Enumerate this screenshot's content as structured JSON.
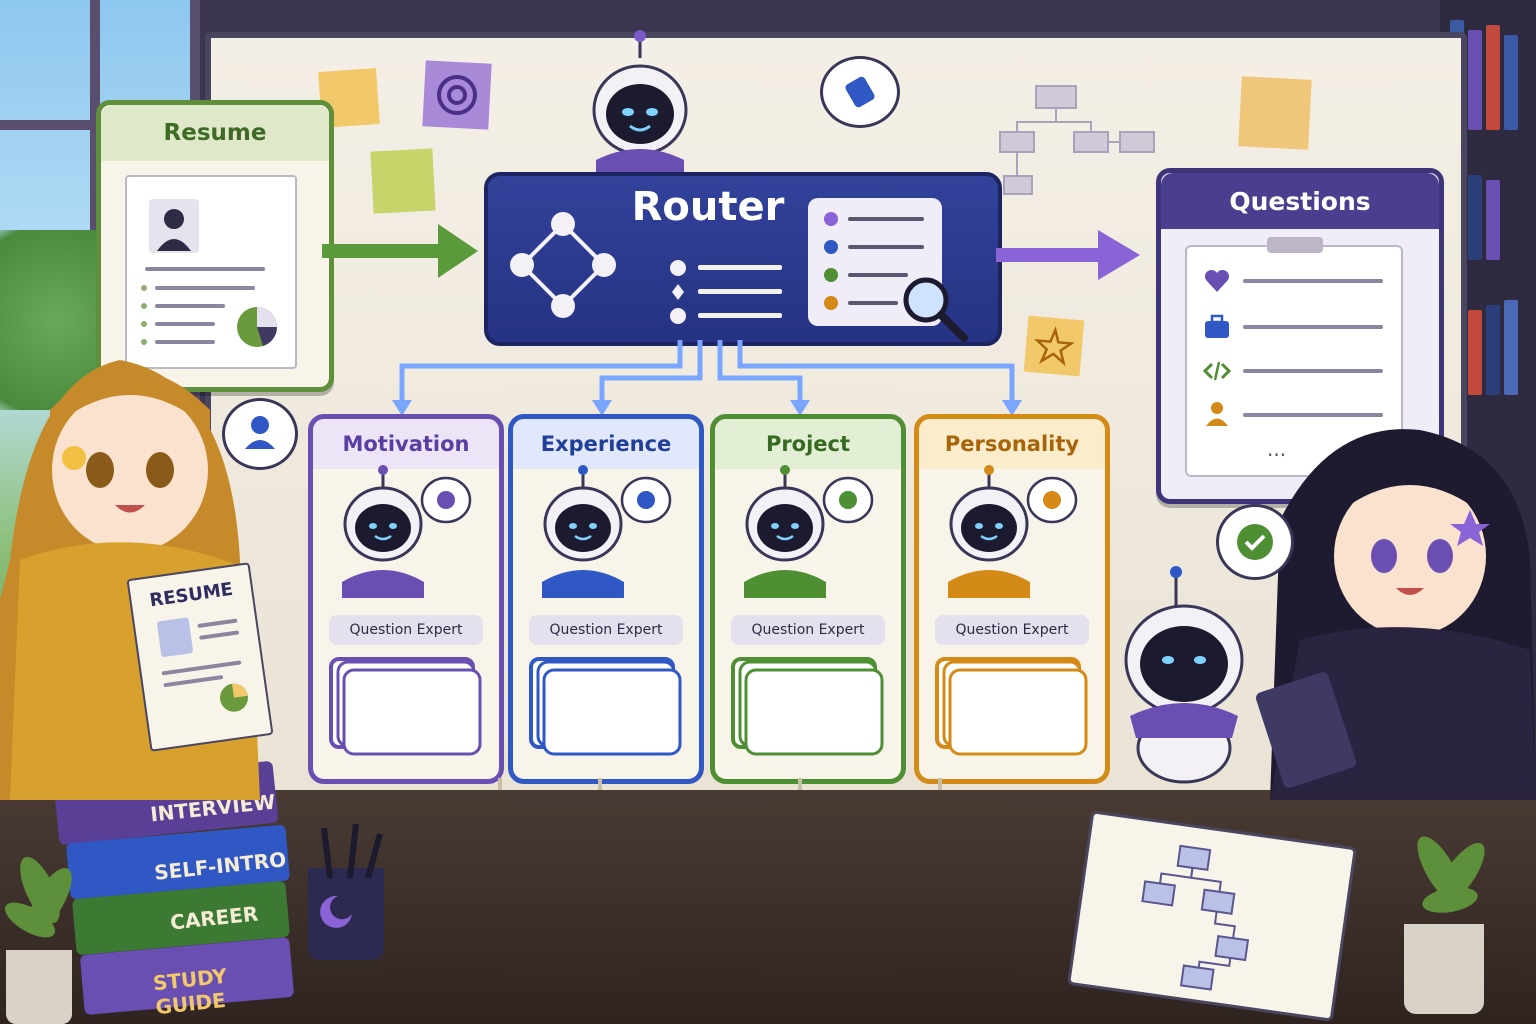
{
  "resume": {
    "title": "Resume"
  },
  "router": {
    "title": "Router"
  },
  "questions": {
    "title": "Questions",
    "more": "..."
  },
  "experts": [
    {
      "title": "Motivation",
      "label": "Question Expert",
      "color": "#6a4fb3",
      "head_bg": "#ede4f8",
      "head_color": "#5a3fa3",
      "icon": "heart-icon"
    },
    {
      "title": "Experience",
      "label": "Question Expert",
      "color": "#2f58c4",
      "head_bg": "#e2e8fb",
      "head_color": "#1f3f99",
      "icon": "briefcase-icon"
    },
    {
      "title": "Project",
      "label": "Question Expert",
      "color": "#4e8f34",
      "head_bg": "#e2efd5",
      "head_color": "#356a20",
      "icon": "code-icon"
    },
    {
      "title": "Personality",
      "label": "Question Expert",
      "color": "#d38a16",
      "head_bg": "#fbeccb",
      "head_color": "#a86409",
      "icon": "person-icon"
    }
  ],
  "resume_paper": {
    "title": "RESUME"
  },
  "books": [
    "INTERVIEW",
    "SELF-INTRO",
    "CAREER",
    "STUDY GUIDE"
  ],
  "colors": {
    "router": "#2a3a92",
    "resume_border": "#5f8f3a",
    "questions_head": "#4a3f8e",
    "arrow_green": "#5a9a3a",
    "arrow_purple": "#8a63d6",
    "connector_blue": "#7aa6ff"
  }
}
